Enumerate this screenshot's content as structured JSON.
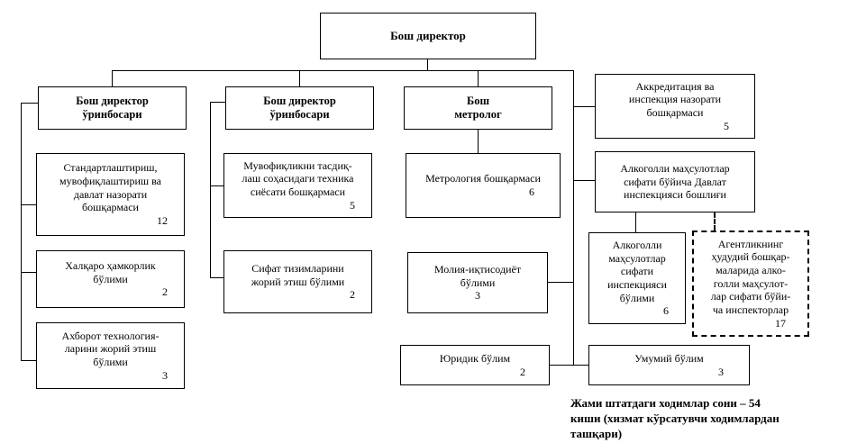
{
  "diagram": {
    "director": {
      "label": "Бош директор"
    },
    "deputy1": {
      "label": [
        "Бош директор",
        "ўринбосари"
      ]
    },
    "deputy2": {
      "label": [
        "Бош директор",
        "ўринбосари"
      ]
    },
    "metrolog": {
      "label": [
        "Бош",
        "метролог"
      ]
    },
    "std": {
      "label": [
        "Стандартлаштириш,",
        "мувофиқлаштириш ва",
        "давлат назорати",
        "бошқармаси"
      ],
      "count": "12"
    },
    "intl": {
      "label": [
        "Халқаро ҳамкорлик",
        "бўлими"
      ],
      "count": "2"
    },
    "it": {
      "label": [
        "Ахборот технология-",
        "ларини жорий этиш",
        "бўлими"
      ],
      "count": "3"
    },
    "conf": {
      "label": [
        "Мувофиқликни тасдиқ-",
        "лаш соҳасидаги техника",
        "сиёсати бошқармаси"
      ],
      "count": "5"
    },
    "quality": {
      "label": [
        "Сифат тизимларини",
        "жорий этиш бўлими"
      ],
      "count": "2"
    },
    "metrology": {
      "label": [
        "Метрология бошқармаси"
      ],
      "count": "6"
    },
    "finance": {
      "label": [
        "Молия-иқтисодиёт",
        "бўлими"
      ],
      "count": "3"
    },
    "legal": {
      "label": [
        "Юридик бўлим"
      ],
      "count": "2"
    },
    "accred": {
      "label": [
        "Аккредитация ва",
        "инспекция назорати",
        "бошқармаси"
      ],
      "count": "5"
    },
    "alco_head": {
      "label": [
        "Алкоголли маҳсулотлар",
        "сифати бўйича Давлат",
        "инспекцияси бошлиғи"
      ]
    },
    "alco_dept": {
      "label": [
        "Алкоголли",
        "маҳсулотлар",
        "сифати",
        "инспекцияси",
        "бўлими"
      ],
      "count": "6"
    },
    "inspectors": {
      "label": [
        "Агентликнинг",
        "ҳудудий бошқар-",
        "маларида алко-",
        "голли маҳсулот-",
        "лар сифати бўйи-",
        "ча инспекторлар"
      ],
      "count": "17"
    },
    "general": {
      "label": [
        "Умумий бўлим"
      ],
      "count": "3"
    },
    "footnote": [
      "Жами штатдаги ходимлар сони – 54",
      "киши (хизмат кўрсатувчи ходимлардан",
      "ташқари)"
    ]
  }
}
